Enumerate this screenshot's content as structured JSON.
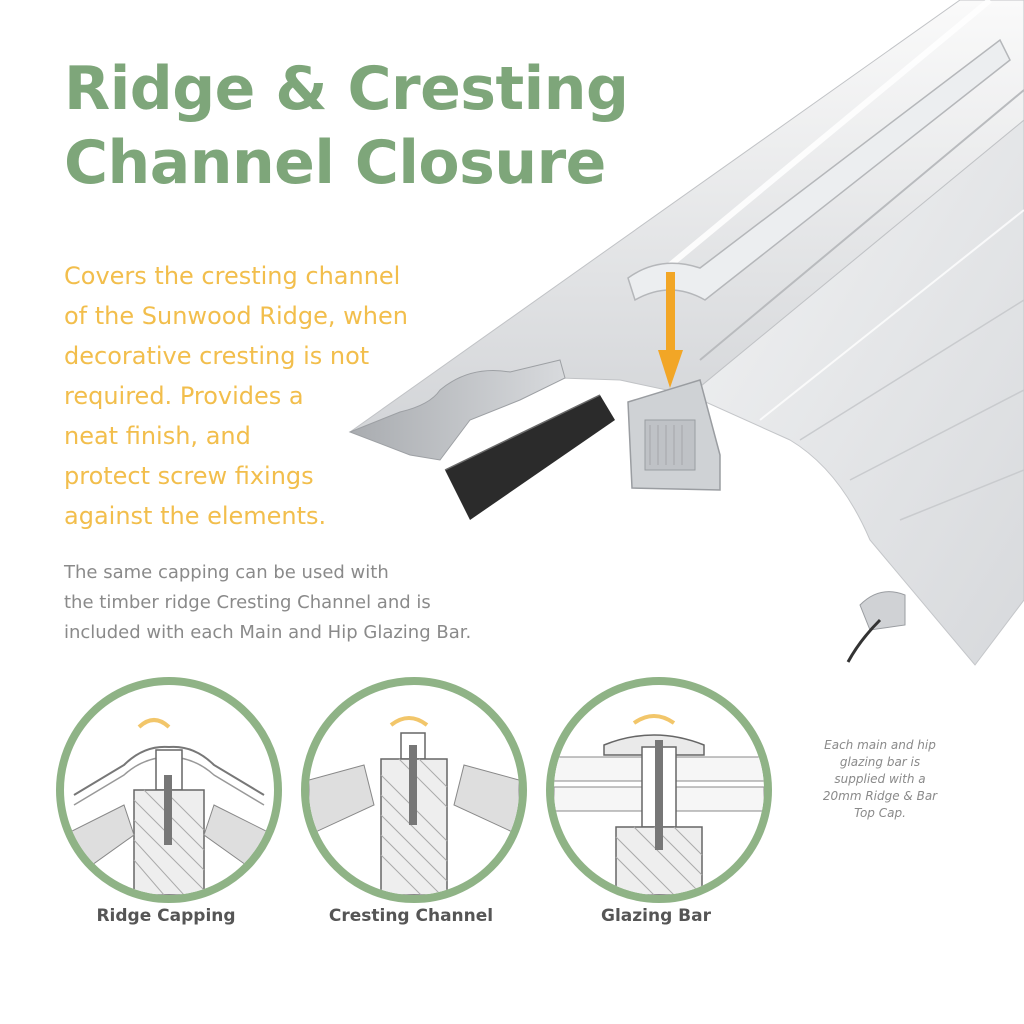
{
  "title": {
    "line1": "Ridge & Cresting",
    "line2": "Channel Closure"
  },
  "lead": {
    "lines": [
      "Covers the cresting channel",
      "of the Sunwood Ridge, when",
      "decorative cresting is not",
      "required. Provides a",
      "neat finish, and",
      "protect screw fixings",
      "against the elements."
    ]
  },
  "body": {
    "lines": [
      "The same capping can be used with",
      "the timber ridge Cresting Channel and is",
      "included with each Main and Hip Glazing Bar."
    ]
  },
  "note": {
    "lines": [
      "Each main and hip",
      "glazing bar is",
      "supplied with a",
      "20mm Ridge & Bar",
      "Top Cap."
    ]
  },
  "diagrams": [
    {
      "caption": "Ridge Capping"
    },
    {
      "caption": "Cresting Channel"
    },
    {
      "caption": "Glazing Bar"
    }
  ],
  "colors": {
    "title_green": "#7ea67a",
    "lead_yellow": "#f2be4c",
    "body_grey": "#8a8a8a",
    "circle_green": "#8fb386",
    "arrow_orange": "#f2a626"
  }
}
